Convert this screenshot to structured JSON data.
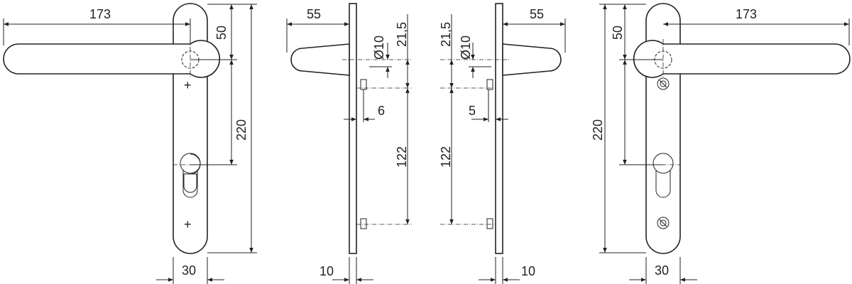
{
  "drawing": {
    "front_left": {
      "lever_length": "173",
      "handle_offset": "50",
      "plate_length": "220",
      "plate_width": "30"
    },
    "side_left": {
      "lever_projection": "55",
      "spindle_diameter": "Ø10",
      "spindle_offset": "21,5",
      "screw_offset": "6",
      "screw_spacing": "122",
      "plate_thickness": "10"
    },
    "side_right": {
      "lever_projection": "55",
      "spindle_diameter": "Ø10",
      "spindle_offset": "21,5",
      "screw_offset": "5",
      "screw_spacing": "122",
      "plate_thickness": "10"
    },
    "front_right": {
      "lever_length": "173",
      "handle_offset": "50",
      "plate_length": "220",
      "plate_width": "30"
    }
  }
}
